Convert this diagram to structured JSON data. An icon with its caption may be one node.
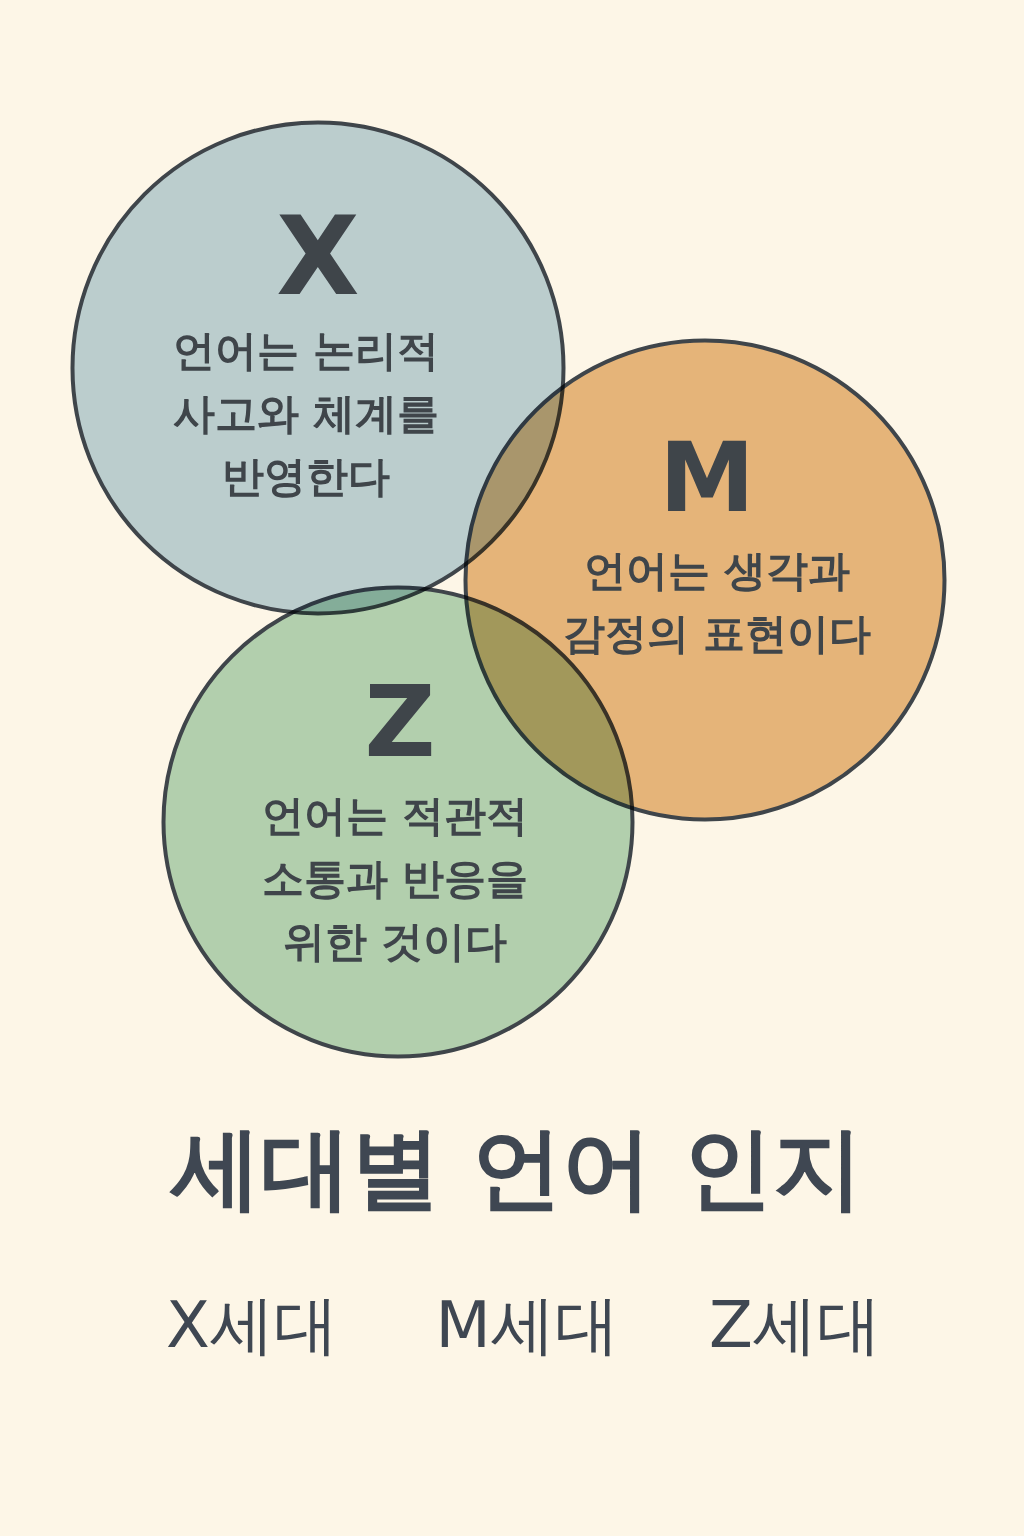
{
  "diagram": {
    "title": "세대별 언어 인지",
    "nodes": [
      {
        "text": [
          "X",
          "언어는 논리적 사고와 체계를 반영한다"
        ]
      },
      {
        "text": [
          "M",
          "언어는 생각과 감정의 표현이다"
        ]
      },
      {
        "text": [
          "Z",
          "언어는 적관적 소통과 반응을 위한 것이다"
        ]
      }
    ],
    "labels": [
      "X세대",
      "M세대",
      "Z세대"
    ]
  }
}
